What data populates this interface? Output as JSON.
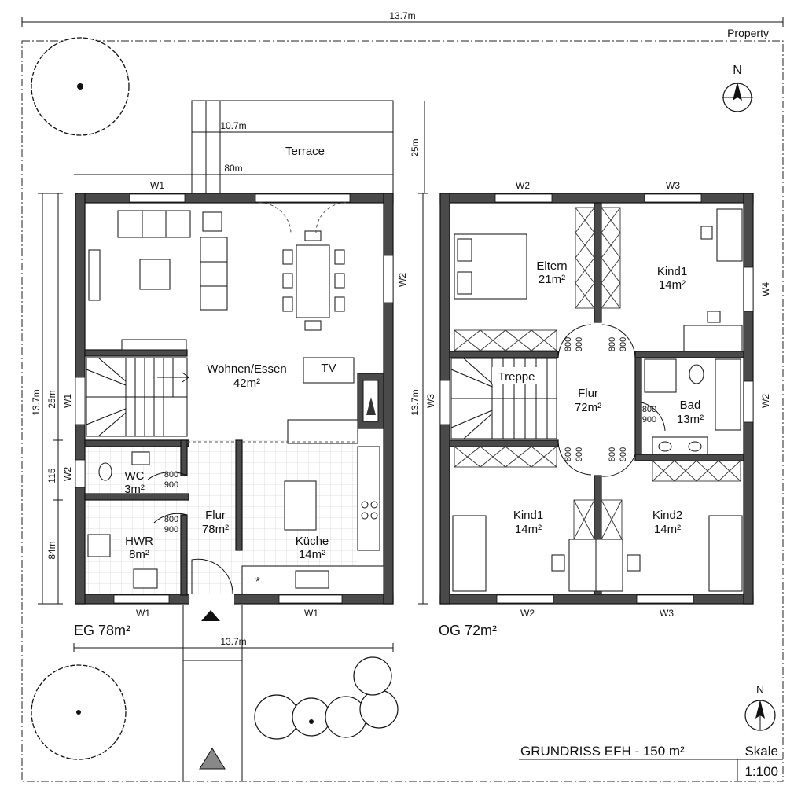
{
  "site": {
    "property_label": "Property",
    "top_width": "13.7m",
    "north": "N"
  },
  "terrace": {
    "label": "Terrace",
    "dim_top": "10.7m",
    "dim_bottom": "80m",
    "dim_side": "25m"
  },
  "eg": {
    "title": "EG 78m²",
    "bottom_dim": "13.7m",
    "left_dims": [
      "13.7m",
      "25m",
      "115",
      "84m"
    ],
    "rooms": {
      "wohnen_name": "Wohnen/Essen",
      "wohnen_area": "42m²",
      "tv": "TV",
      "wc_name": "WC",
      "wc_area": "3m²",
      "flur_name": "Flur",
      "flur_area": "78m²",
      "hwr_name": "HWR",
      "hwr_area": "8m²",
      "kueche_name": "Küche",
      "kueche_area": "14m²"
    },
    "windows": {
      "top": "W1",
      "right": "W2",
      "left_upper": "W1",
      "left_lower": "W2",
      "bottom_left": "W1",
      "bottom_right": "W1"
    },
    "doors": [
      "800",
      "900",
      "800",
      "900"
    ]
  },
  "og": {
    "title": "OG 72m²",
    "left_dim": "13.7m",
    "rooms": {
      "eltern_name": "Eltern",
      "eltern_area": "21m²",
      "kind1a_name": "Kind1",
      "kind1a_area": "14m²",
      "treppe": "Treppe",
      "flur_name": "Flur",
      "flur_area": "72m²",
      "bad_name": "Bad",
      "bad_area": "13m²",
      "kind1b_name": "Kind1",
      "kind1b_area": "14m²",
      "kind2_name": "Kind2",
      "kind2_area": "14m²"
    },
    "windows": {
      "top_left": "W2",
      "top_right": "W3",
      "right_upper": "W4",
      "right_lower": "W2",
      "left": "W3",
      "bottom_left": "W2",
      "bottom_right": "W3"
    },
    "doors": [
      "800",
      "900",
      "800",
      "900",
      "800",
      "900",
      "800",
      "900",
      "800",
      "900"
    ]
  },
  "title_block": {
    "title": "GRUNDRISS EFH - 150 m²",
    "scale_label": "Skale",
    "scale_value": "1:100"
  }
}
